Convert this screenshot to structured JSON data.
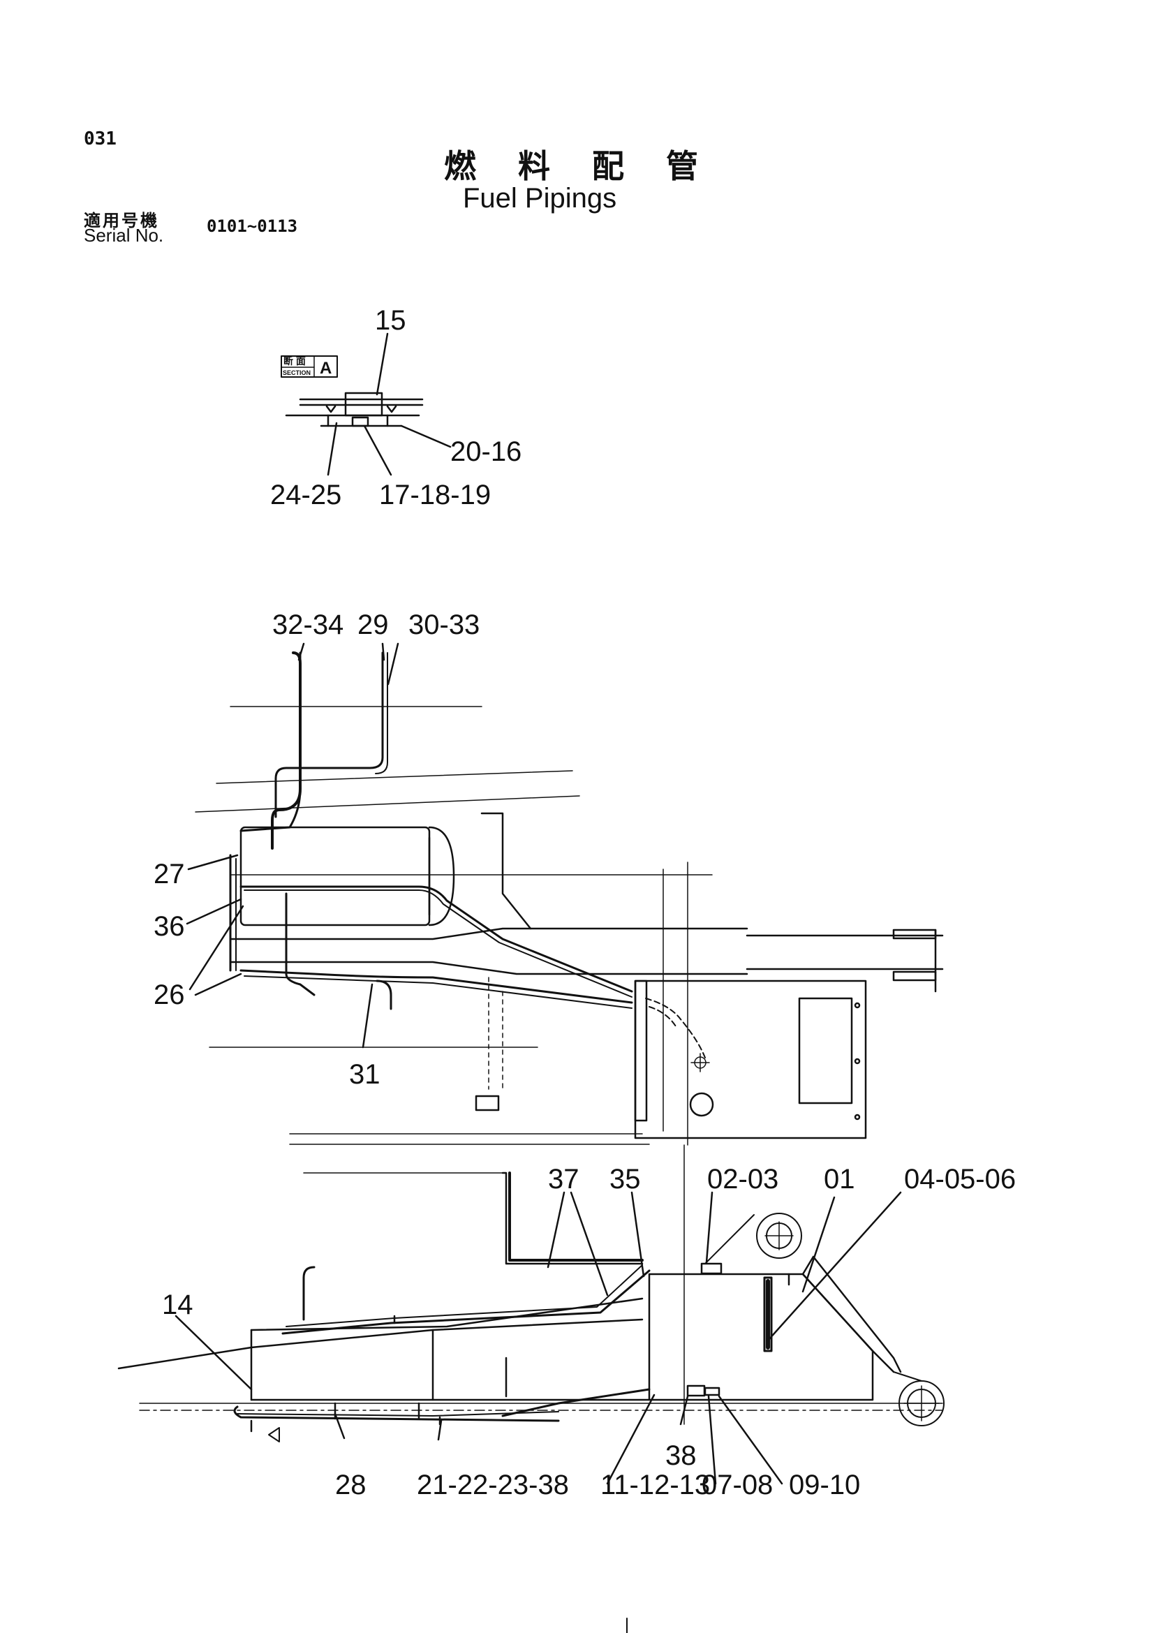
{
  "header": {
    "page_number": "031",
    "title_japanese": "燃 料 配 管",
    "title_english": "Fuel Pipings",
    "serial_label_japanese": "適用号機",
    "serial_label_english": "Serial No.",
    "serial_range": "0101~0113"
  },
  "section_inset": {
    "badge_top": "断 面",
    "badge_bottom": "SECTION",
    "badge_letter": "A"
  },
  "callouts": {
    "c15": "15",
    "c20_16": "20-16",
    "c24_25": "24-25",
    "c17_18_19": "17-18-19",
    "c32_34": "32-34",
    "c29": "29",
    "c30_33": "30-33",
    "c27": "27",
    "c36": "36",
    "c26": "26",
    "c31": "31",
    "c37": "37",
    "c35": "35",
    "c02_03": "02-03",
    "c01": "01",
    "c04_05_06": "04-05-06",
    "c14": "14",
    "c38": "38",
    "c28": "28",
    "c21_22_23_38": "21-22-23-38",
    "c11_12_13": "11-12-13",
    "c07_08": "07-08",
    "c09_10": "09-10"
  },
  "colors": {
    "ink": "#111111",
    "paper": "#ffffff"
  },
  "icons": [
    "view-direction-arrow-icon",
    "fuel-filler-cap-icon"
  ]
}
